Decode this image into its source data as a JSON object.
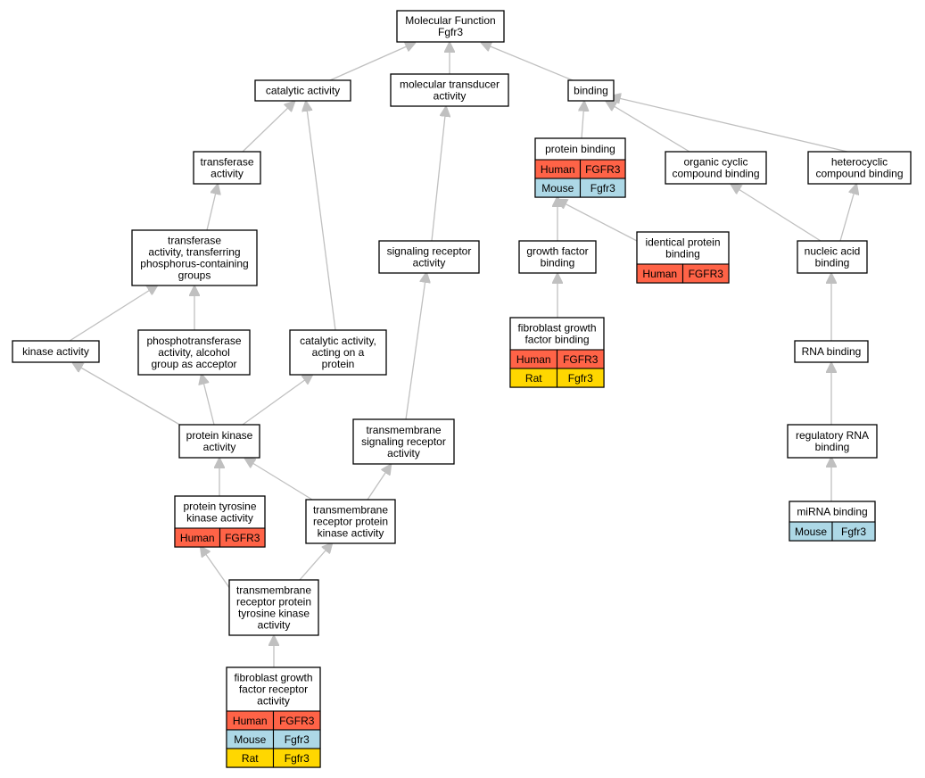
{
  "colors": {
    "Human": "#ff6347",
    "Mouse": "#add8e6",
    "Rat": "#ffd700",
    "edge": "#c0c0c0"
  },
  "nodes": {
    "mf": {
      "lines": [
        "Molecular Function",
        "Fgfr3"
      ],
      "annotations": []
    },
    "cat": {
      "lines": [
        "catalytic activity"
      ],
      "annotations": []
    },
    "mta": {
      "lines": [
        "molecular transducer",
        "activity"
      ],
      "annotations": []
    },
    "bind": {
      "lines": [
        "binding"
      ],
      "annotations": []
    },
    "trans": {
      "lines": [
        "transferase",
        "activity"
      ],
      "annotations": []
    },
    "pb": {
      "lines": [
        "protein binding"
      ],
      "annotations": [
        [
          "Human",
          "FGFR3"
        ],
        [
          "Mouse",
          "Fgfr3"
        ]
      ]
    },
    "occb": {
      "lines": [
        "organic cyclic",
        "compound binding"
      ],
      "annotations": []
    },
    "hcb": {
      "lines": [
        "heterocyclic",
        "compound binding"
      ],
      "annotations": []
    },
    "tatp": {
      "lines": [
        "transferase",
        "activity, transferring",
        "phosphorus-containing",
        "groups"
      ],
      "annotations": []
    },
    "sra": {
      "lines": [
        "signaling receptor",
        "activity"
      ],
      "annotations": []
    },
    "gfb": {
      "lines": [
        "growth factor",
        "binding"
      ],
      "annotations": []
    },
    "ipb": {
      "lines": [
        "identical protein",
        "binding"
      ],
      "annotations": [
        [
          "Human",
          "FGFR3"
        ]
      ]
    },
    "nab": {
      "lines": [
        "nucleic acid",
        "binding"
      ],
      "annotations": []
    },
    "fgfb": {
      "lines": [
        "fibroblast growth",
        "factor binding"
      ],
      "annotations": [
        [
          "Human",
          "FGFR3"
        ],
        [
          "Rat",
          "Fgfr3"
        ]
      ]
    },
    "ka": {
      "lines": [
        "kinase activity"
      ],
      "annotations": []
    },
    "ptaa": {
      "lines": [
        "phosphotransferase",
        "activity, alcohol",
        "group as acceptor"
      ],
      "annotations": []
    },
    "caap": {
      "lines": [
        "catalytic activity,",
        "acting on a",
        "protein"
      ],
      "annotations": []
    },
    "rnab": {
      "lines": [
        "RNA binding"
      ],
      "annotations": []
    },
    "pka": {
      "lines": [
        "protein kinase",
        "activity"
      ],
      "annotations": []
    },
    "tsra": {
      "lines": [
        "transmembrane",
        "signaling receptor",
        "activity"
      ],
      "annotations": []
    },
    "rrnab": {
      "lines": [
        "regulatory RNA",
        "binding"
      ],
      "annotations": []
    },
    "ptka": {
      "lines": [
        "protein tyrosine",
        "kinase activity"
      ],
      "annotations": [
        [
          "Human",
          "FGFR3"
        ]
      ]
    },
    "trpka": {
      "lines": [
        "transmembrane",
        "receptor protein",
        "kinase activity"
      ],
      "annotations": []
    },
    "mirnab": {
      "lines": [
        "miRNA binding"
      ],
      "annotations": [
        [
          "Mouse",
          "Fgfr3"
        ]
      ]
    },
    "trptka": {
      "lines": [
        "transmembrane",
        "receptor protein",
        "tyrosine kinase",
        "activity"
      ],
      "annotations": []
    },
    "fgfra": {
      "lines": [
        "fibroblast growth",
        "factor receptor",
        "activity"
      ],
      "annotations": [
        [
          "Human",
          "FGFR3"
        ],
        [
          "Mouse",
          "Fgfr3"
        ],
        [
          "Rat",
          "Fgfr3"
        ]
      ]
    }
  },
  "edges": [
    [
      "cat",
      "mf"
    ],
    [
      "mta",
      "mf"
    ],
    [
      "bind",
      "mf"
    ],
    [
      "trans",
      "cat"
    ],
    [
      "caap",
      "cat"
    ],
    [
      "sra",
      "mta"
    ],
    [
      "pb",
      "bind"
    ],
    [
      "occb",
      "bind"
    ],
    [
      "hcb",
      "bind"
    ],
    [
      "tatp",
      "trans"
    ],
    [
      "ka",
      "tatp"
    ],
    [
      "ptaa",
      "tatp"
    ],
    [
      "pka",
      "ka"
    ],
    [
      "pka",
      "ptaa"
    ],
    [
      "pka",
      "caap"
    ],
    [
      "ptka",
      "pka"
    ],
    [
      "trpka",
      "pka"
    ],
    [
      "trptka",
      "ptka"
    ],
    [
      "trptka",
      "trpka"
    ],
    [
      "fgfra",
      "trptka"
    ],
    [
      "trpka",
      "tsra"
    ],
    [
      "tsra",
      "sra"
    ],
    [
      "gfb",
      "pb"
    ],
    [
      "ipb",
      "pb"
    ],
    [
      "fgfb",
      "gfb"
    ],
    [
      "nab",
      "occb"
    ],
    [
      "nab",
      "hcb"
    ],
    [
      "rnab",
      "nab"
    ],
    [
      "rrnab",
      "rnab"
    ],
    [
      "mirnab",
      "rrnab"
    ]
  ]
}
